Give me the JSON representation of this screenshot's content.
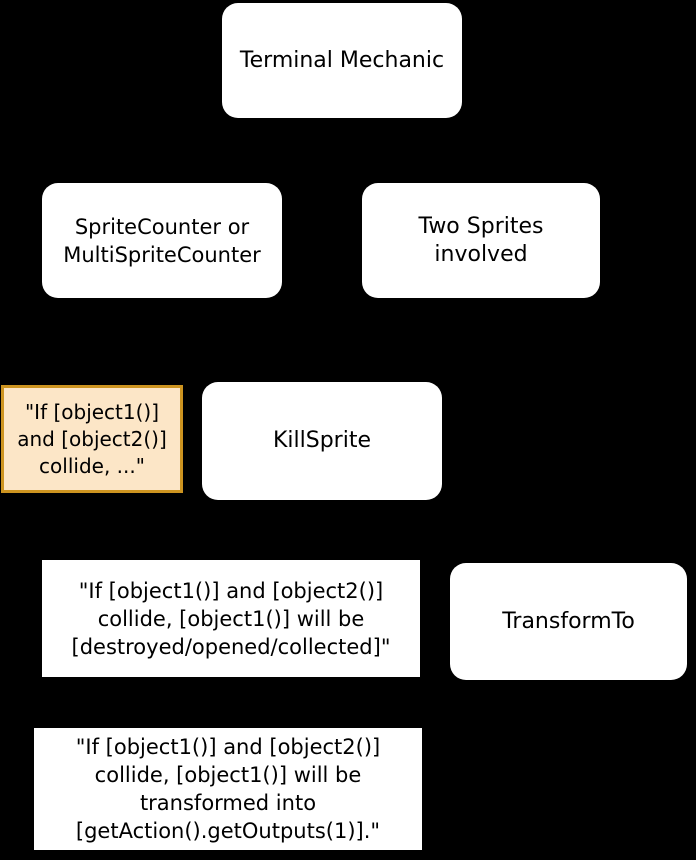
{
  "diagram": {
    "background": "#000000",
    "colors": {
      "node_fill": "#ffffff",
      "node_text": "#000000",
      "highlight_fill": "#fce6c7",
      "highlight_border": "#cd9420"
    },
    "nodes": [
      {
        "id": "terminal-mechanic",
        "shape": "rounded",
        "label": "Terminal Mechanic"
      },
      {
        "id": "sprite-counter",
        "shape": "rounded",
        "label": "SpriteCounter or\nMultiSpriteCounter"
      },
      {
        "id": "two-sprites",
        "shape": "rounded",
        "label": "Two Sprites\ninvolved"
      },
      {
        "id": "collide-ellipsis",
        "shape": "rect-highlight",
        "label": "\"If [object1()]\nand [object2()]\ncollide, ...\""
      },
      {
        "id": "killsprite",
        "shape": "rounded",
        "label": "KillSprite"
      },
      {
        "id": "collide-destroyed",
        "shape": "rect",
        "label": "\"If [object1()] and [object2()]\ncollide, [object1()] will be\n[destroyed/opened/collected]\""
      },
      {
        "id": "transformto",
        "shape": "rounded",
        "label": "TransformTo"
      },
      {
        "id": "collide-transformed",
        "shape": "rect",
        "label": "\"If [object1()] and [object2()]\ncollide, [object1()] will be\ntransformed into\n[getAction().getOutputs(1)].\""
      }
    ]
  }
}
